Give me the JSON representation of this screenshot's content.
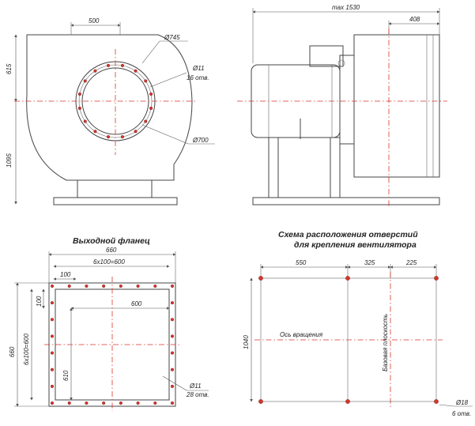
{
  "colors": {
    "line": "#444444",
    "centerline": "#d9352a",
    "hole": "#d9352a",
    "background": "#ffffff"
  },
  "front_view": {
    "dim_top": "500",
    "dim_flange_outer": "Ø745",
    "dim_hole": "Ø11",
    "dim_hole_count": "16 отв.",
    "dim_flange_inner": "Ø700",
    "dim_left_upper": "615",
    "dim_left_lower": "1095"
  },
  "side_view": {
    "dim_overall": "max 1530",
    "dim_right": "408"
  },
  "outlet_flange": {
    "title": "Выходной фланец",
    "dim_width": "660",
    "dim_pitch_h": "6x100=600",
    "dim_offset_h": "100",
    "dim_inner_width": "600",
    "dim_offset_v": "100",
    "dim_height": "660",
    "dim_pitch_v": "6x100=600",
    "dim_inner_height": "610",
    "dim_hole": "Ø11",
    "dim_hole_count": "28 отв."
  },
  "mount_scheme": {
    "title_line1": "Схема расположения отверстий",
    "title_line2": "для крепления вентилятора",
    "dim_a": "550",
    "dim_b": "325",
    "dim_c": "225",
    "dim_height": "1040",
    "axis_label": "Ось вращения",
    "base_plane_label": "Базовая плоскость",
    "dim_hole": "Ø18",
    "dim_hole_count": "6 отв."
  }
}
